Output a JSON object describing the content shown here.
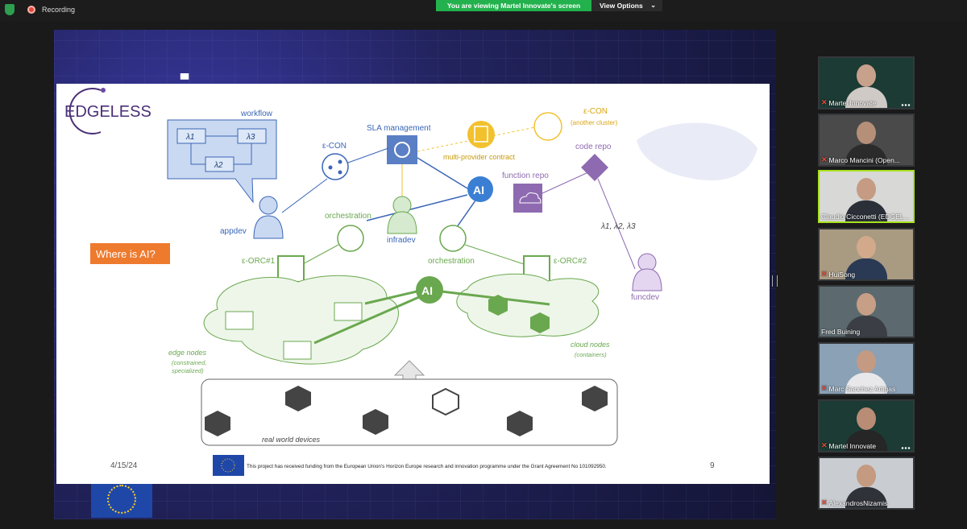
{
  "topbar": {
    "recording_label": "Recording",
    "viewing_banner": "You are viewing Martel Innovate's screen",
    "view_options_label": "View Options",
    "colors": {
      "banner": "#23b14d",
      "record": "#e04a3a"
    }
  },
  "slide": {
    "logo_text": "EDGELESS",
    "workflow_label": "workflow",
    "lambda1": "λ1",
    "lambda2": "λ2",
    "lambda3": "λ3",
    "econ_label": "ε-CON",
    "sla_label": "SLA management",
    "econ_other_label": "ε-CON",
    "econ_other_sub": "(another cluster)",
    "multi_provider_label": "multi-provider contract",
    "code_repo_label": "code repo",
    "function_repo_label": "function repo",
    "ai_label": "AI",
    "appdev_label": "appdev",
    "orchestration_label": "orchestration",
    "infradev_label": "infradev",
    "orchestration2_label": "orchestration",
    "where_ai_label": "Where is AI?",
    "eorc1_label": "ε-ORC#1",
    "eorc2_label": "ε-ORC#2",
    "lambdas_label": "λ1, λ2, λ3",
    "funcdev_label": "funcdev",
    "edge_nodes_label": "edge nodes",
    "edge_nodes_sub1": "(constrained,",
    "edge_nodes_sub2": "specialized)",
    "cloud_nodes_label": "cloud nodes",
    "cloud_nodes_sub": "(containers)",
    "real_world_label": "real world devices",
    "date": "4/15/24",
    "funding_text": "This project has received funding from the European Union's Horizon Europe research and innovation programme under the Grant Agreement No 101092950.",
    "page_number": "9",
    "colors": {
      "blue": "#3a66b7",
      "green": "#6aa84f",
      "yellow": "#f2c12e",
      "purple": "#8e6ab0",
      "orange": "#ee7a2e"
    }
  },
  "participants": [
    {
      "name": "Martel Innovate",
      "muted": true
    },
    {
      "name": "Marco Mancini (Open...",
      "muted": true
    },
    {
      "name": "Claudio Cicconetti (EDGEL...",
      "muted": false,
      "active": true
    },
    {
      "name": "HuiSong",
      "muted": true
    },
    {
      "name": "Fred Buining",
      "muted": false
    },
    {
      "name": "Marc Sanchez Artigas",
      "muted": true
    },
    {
      "name": "Martel Innovate",
      "muted": true
    },
    {
      "name": "AlexandrosNizamis",
      "muted": true
    }
  ]
}
